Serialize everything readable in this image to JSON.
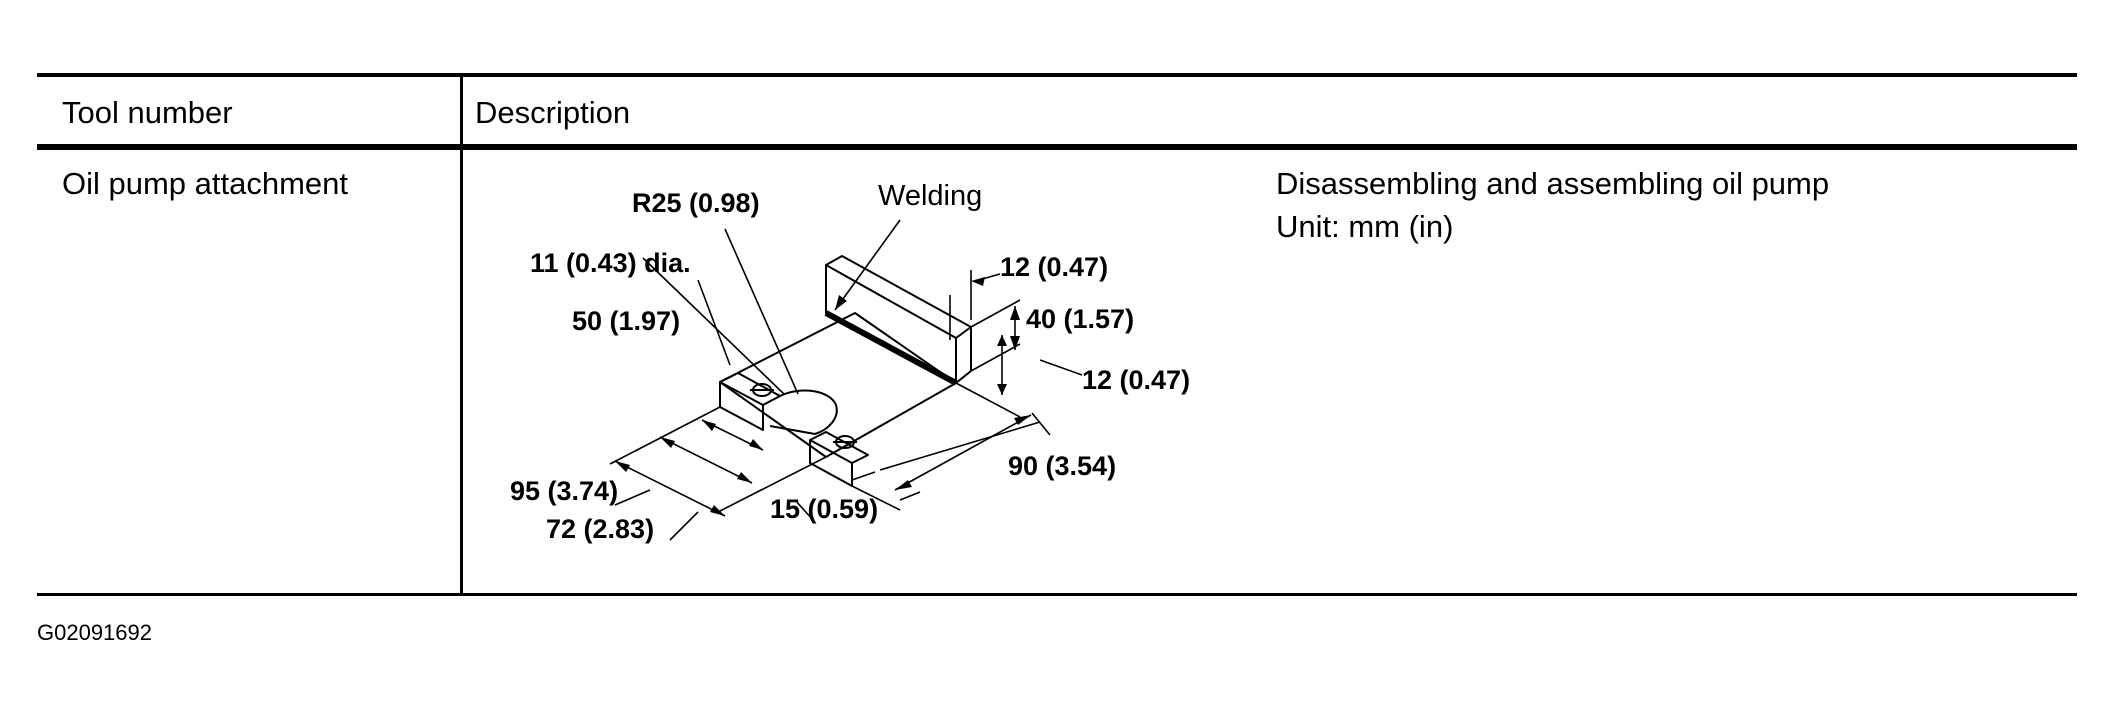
{
  "table": {
    "header": {
      "tool_number": "Tool number",
      "description": "Description"
    },
    "row": {
      "tool_name": "Oil pump attachment",
      "purpose": "Disassembling and assembling oil pump",
      "unit": "Unit: mm (in)"
    }
  },
  "drawing": {
    "labels": {
      "r25": "R25 (0.98)",
      "welding": "Welding",
      "hole_dia": "11 (0.43) dia.",
      "dim_12_top": "12 (0.47)",
      "dim_40": "40 (1.57)",
      "dim_50": "50 (1.97)",
      "dim_12_bottom": "12 (0.47)",
      "dim_90": "90 (3.54)",
      "dim_95": "95 (3.74)",
      "dim_15": "15 (0.59)",
      "dim_72": "72 (2.83)"
    }
  },
  "figure_id": "G02091692"
}
